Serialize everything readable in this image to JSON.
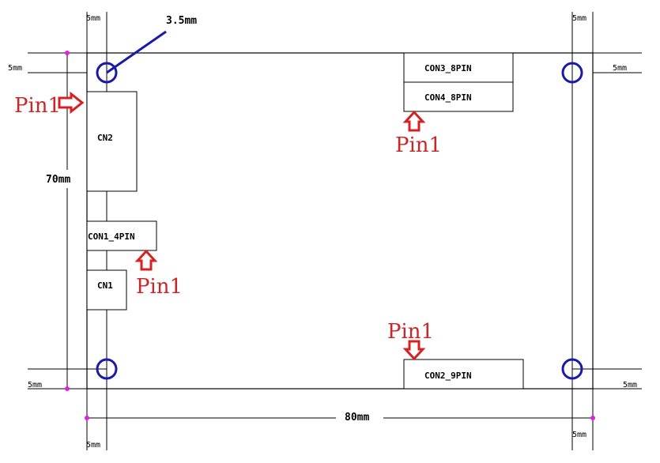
{
  "labels": {
    "top_left_5mm": "5mm",
    "top_right_5mm": "5mm",
    "left_5mm": "5mm",
    "right_5mm": "5mm",
    "bottom_left_5mm": "5mm",
    "bottom_right_5mm": "5mm",
    "bottom_under_left_5mm": "5mm",
    "bottom_under_right_5mm": "5mm",
    "hole_diameter": "3.5mm",
    "height": "70mm",
    "width": "80mm"
  },
  "connectors": {
    "cn2": "CN2",
    "con1": "CON1_4PIN",
    "cn1": "CN1",
    "con3": "CON3_8PIN",
    "con4": "CON4_8PIN",
    "con2": "CON2_9PIN"
  },
  "pin_labels": {
    "cn2_pin": "Pin1",
    "con1_pin": "Pin1",
    "con4_pin": "Pin1",
    "con2_pin": "Pin1"
  },
  "colors": {
    "outline": "#000000",
    "hole": "#1a1aa8",
    "pin_arrow": "#d82020",
    "pin_text": "#c82828",
    "marker": "#e020e0"
  }
}
